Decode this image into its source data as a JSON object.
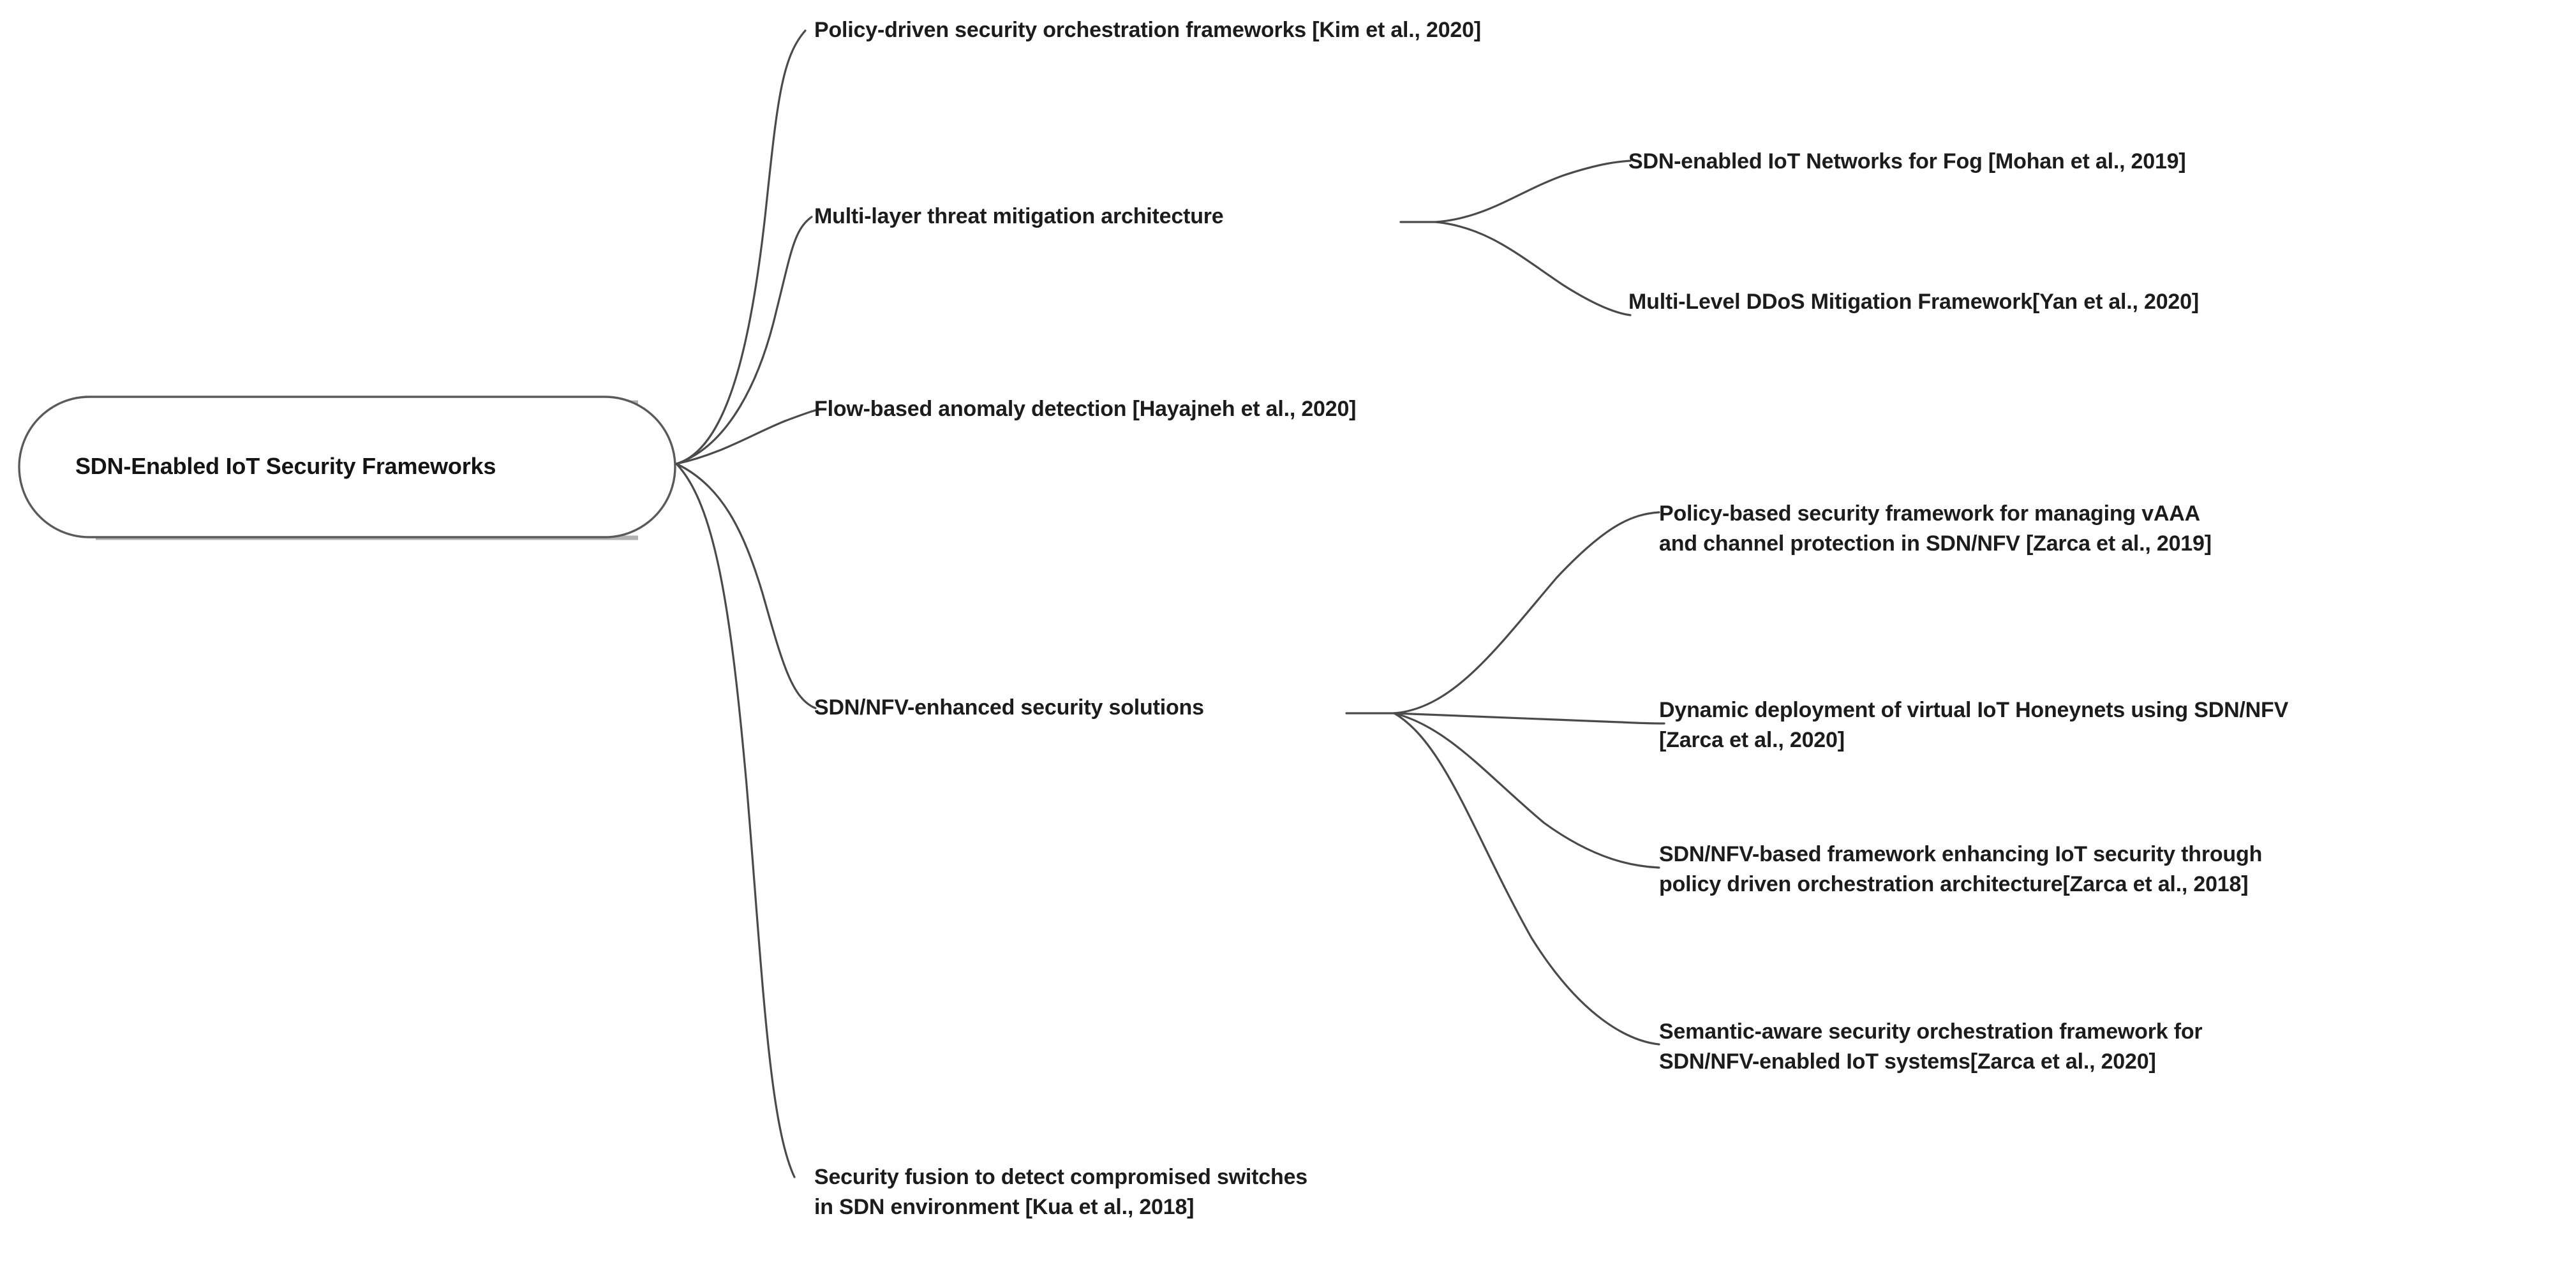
{
  "diagram": {
    "type": "mind-map",
    "orientation": "left-to-right",
    "background_color": "#ffffff",
    "edge_color": "#4a4a4a",
    "text_color": "#1c1c1c",
    "root": {
      "label": "SDN-Enabled IoT Security Frameworks",
      "shape": "rounded-pill",
      "fill_color": "#ffffff",
      "border_color": "#5a5a5a"
    },
    "branches": [
      {
        "id": "policy-driven",
        "label": "Policy-driven security orchestration frameworks [Kim et al., 2020]",
        "children": []
      },
      {
        "id": "multi-layer",
        "label": "Multi-layer threat mitigation architecture",
        "children": [
          {
            "id": "sdn-enabled-fog",
            "label": "SDN-enabled IoT Networks for Fog [Mohan et al., 2019]"
          },
          {
            "id": "multi-level-ddos",
            "label": "Multi-Level DDoS Mitigation Framework[Yan et al., 2020]"
          }
        ]
      },
      {
        "id": "flow-based",
        "label": "Flow-based anomaly detection [Hayajneh et al., 2020]",
        "children": []
      },
      {
        "id": "sdn-nfv-enhanced",
        "label": "SDN/NFV-enhanced security solutions",
        "children": [
          {
            "id": "policy-based-vaaa",
            "label": "Policy-based security framework for managing vAAA\nand channel protection in SDN/NFV [Zarca et al., 2019]"
          },
          {
            "id": "dynamic-honeynets",
            "label": "Dynamic deployment of virtual IoT Honeynets using SDN/NFV\n[Zarca et al., 2020]"
          },
          {
            "id": "policy-driven-orchestration",
            "label": "SDN/NFV-based framework enhancing IoT security through\npolicy driven orchestration architecture[Zarca et al., 2018]"
          },
          {
            "id": "semantic-aware",
            "label": "Semantic-aware security orchestration framework for\nSDN/NFV-enabled IoT systems[Zarca et al., 2020]"
          }
        ]
      },
      {
        "id": "security-fusion",
        "label": "Security fusion to detect compromised switches\nin SDN environment [Kua et al., 2018]",
        "children": []
      }
    ]
  }
}
